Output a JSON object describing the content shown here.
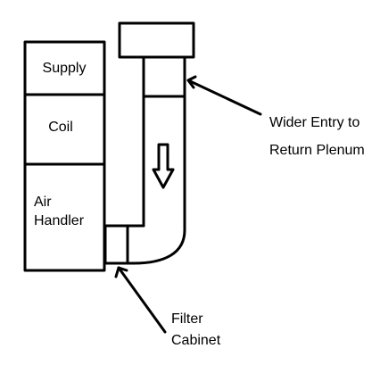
{
  "diagram": {
    "air_handler_sections": {
      "supply": "Supply",
      "coil": "Coil",
      "air_handler_line1": "Air",
      "air_handler_line2": "Handler"
    },
    "labels": {
      "wider_entry_line1": "Wider Entry to",
      "wider_entry_line2": "Return Plenum",
      "filter_line1": "Filter",
      "filter_line2": "Cabinet"
    },
    "colors": {
      "line": "#000000",
      "background": "#ffffff"
    }
  }
}
